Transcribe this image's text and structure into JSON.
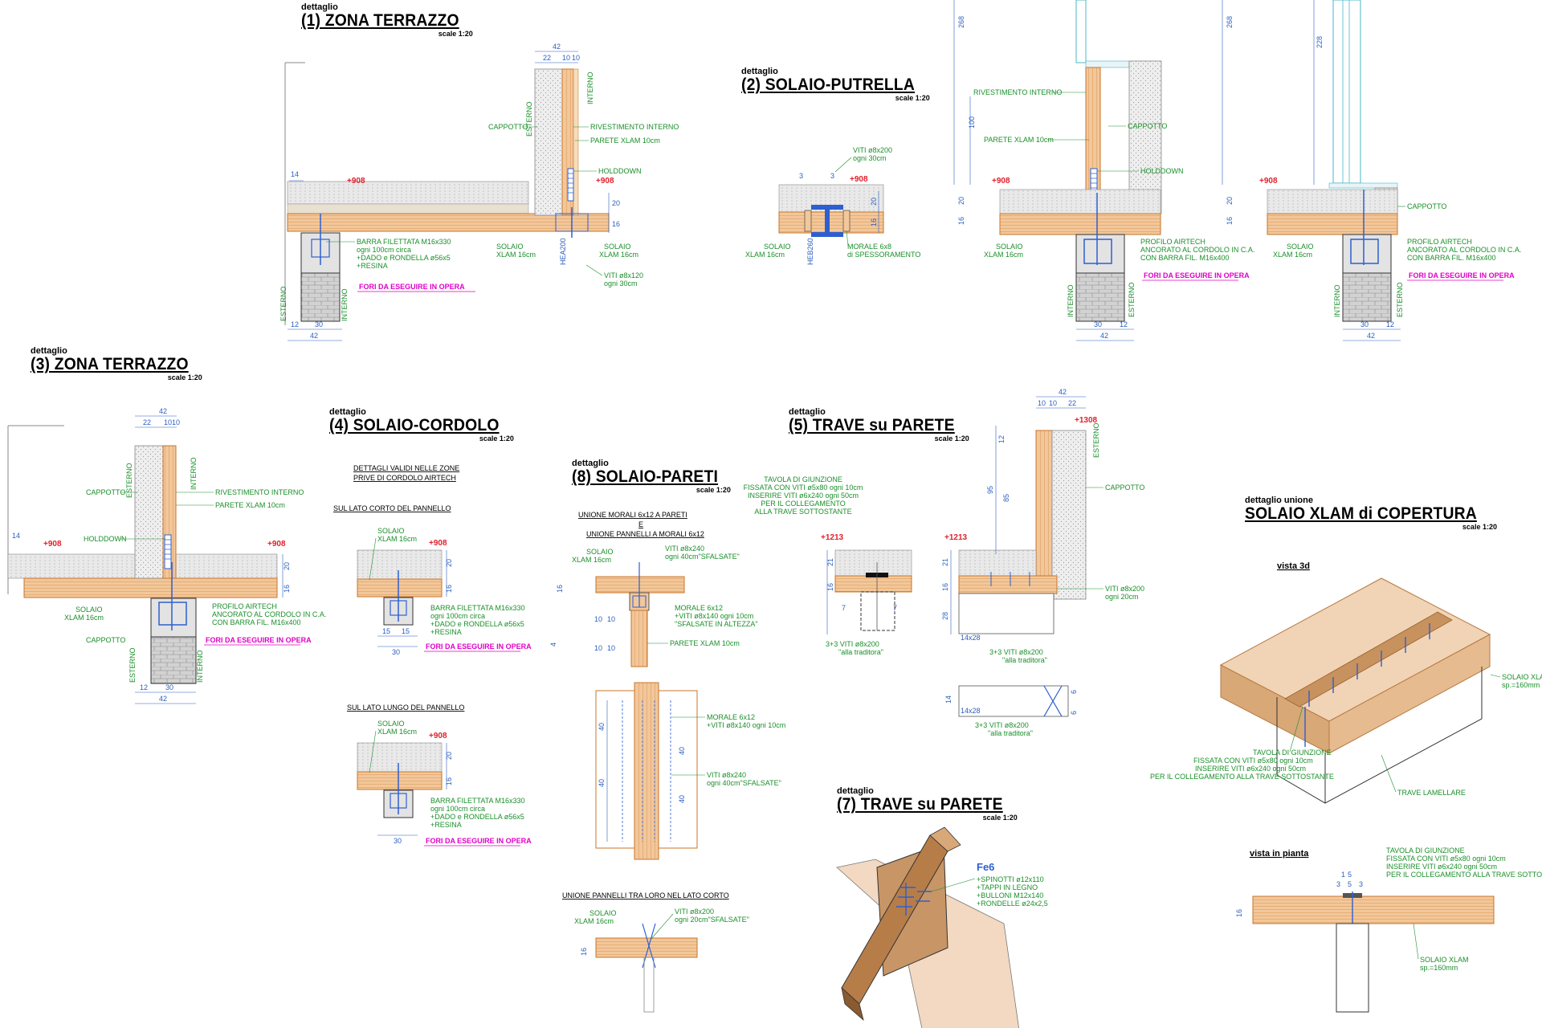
{
  "details": {
    "d1": {
      "pre": "dettaglio",
      "title": "(1) ZONA TERRAZZO",
      "scale": "scale 1:20"
    },
    "d2": {
      "pre": "dettaglio",
      "title": "(2) SOLAIO-PUTRELLA",
      "scale": "scale 1:20"
    },
    "d3": {
      "pre": "dettaglio",
      "title": "(3) ZONA TERRAZZO",
      "scale": "scale 1:20"
    },
    "d4": {
      "pre": "dettaglio",
      "title": "(4) SOLAIO-CORDOLO",
      "scale": "scale 1:20"
    },
    "d8": {
      "pre": "dettaglio",
      "title": "(8) SOLAIO-PARETI",
      "scale": "scale 1:20"
    },
    "d5": {
      "pre": "dettaglio",
      "title": "(5) TRAVE su PARETE",
      "scale": "scale 1:20"
    },
    "d7": {
      "pre": "dettaglio",
      "title": "(7) TRAVE su PARETE",
      "scale": "scale 1:20"
    },
    "du": {
      "pre": "dettaglio unione",
      "title": "SOLAIO XLAM di COPERTURA",
      "scale": "scale 1:20"
    }
  },
  "labels": {
    "esterno": "ESTERNO",
    "interno": "INTERNO",
    "cappotto": "CAPPOTTO",
    "rivestimento": "RIVESTIMENTO INTERNO",
    "parete": "PARETE XLAM 10cm",
    "holddown": "HOLDDOWN",
    "solaio": "SOLAIO",
    "xlam16": "XLAM 16cm",
    "barra1": "BARRA FILETTATA M16x330",
    "barra2": "ogni 100cm circa",
    "barra3": "+DADO e RONDELLA ø56x5",
    "barra4": "+RESINA",
    "fori": "FORI DA ESEGUIRE IN OPERA",
    "hea": "HEA200",
    "heb": "HEB260",
    "viti1": "VITI ø8x120",
    "viti1b": "ogni 30cm",
    "viti2": "VITI ø8x200",
    "viti2b": "ogni 30cm",
    "morale1": "MORALE 6x8",
    "morale2": "di SPESSORAMENTO",
    "airtech1": "PROFILO AIRTECH",
    "airtech2": "ANCORATO AL CORDOLO IN C.A.",
    "airtech3": "CON BARRA FIL. M16x400",
    "validi1": "DETTAGLI VALIDI NELLE ZONE",
    "validi2": "PRIVE DI CORDOLO AIRTECH",
    "cortoP": "SUL LATO CORTO DEL PANNELLO",
    "lungoP": "SUL LATO LUNGO DEL PANNELLO",
    "unione1": "UNIONE MORALI 6x12 A PARETI",
    "unioneE": "E",
    "unione2": "UNIONE PANNELLI A MORALI 6x12",
    "viti240": "VITI ø8x240",
    "viti240b": "ogni 40cm\"SFALSATE\"",
    "morale612": "MORALE 6x12",
    "viti140": "+VITI ø8x140 ogni 10cm",
    "sfalsate": "\"SFALSATE IN ALTEZZA\"",
    "viti140b": "+VITI ø8x140 ogni 10cm",
    "unioneCorto": "UNIONE PANNELLI TRA LORO NEL LATO CORTO",
    "viti200s": "VITI ø8x200",
    "viti200sb": "ogni 20cm\"SFALSATE\"",
    "tav1": "TAVOLA DI GIUNZIONE",
    "tav2": "FISSATA CON VITI ø5x80 ogni 10cm",
    "tav3": "INSERIRE VITI ø6x240 ogni 50cm",
    "tav4": "PER IL COLLEGAMENTO",
    "tav5": "ALLA TRAVE SOTTOSTANTE",
    "tav4b": "PER IL COLLEGAMENTO ALLA TRAVE SOTTOSTANTE",
    "tradi1": "3+3 VITI ø8x200",
    "tradi2": "\"alla traditora\"",
    "viti20": "VITI ø8x200",
    "viti20b": "ogni 20cm",
    "fe6": "Fe6",
    "spin1": "+SPINOTTI ø12x110",
    "spin2": "+TAPPI IN LEGNO",
    "spin3": "+BULLONI M12x140",
    "spin4": "+RONDELLE ø24x2,5",
    "vista3d": "vista 3d",
    "vistaPianta": "vista in pianta",
    "solaioXlam": "SOLAIO XLAM",
    "sp160": "sp.=160mm",
    "traveLam": "TRAVE LAMELLARE",
    "sec14x28": "14x28"
  },
  "levels": {
    "l908": "+908",
    "l1213": "+1213",
    "l1308": "+1308"
  },
  "dims": {
    "d42": "42",
    "d22": "22",
    "d10": "10",
    "d30": "30",
    "d12": "12",
    "d14": "14",
    "d16": "16",
    "d20": "20",
    "d3": "3",
    "d268": "268",
    "d228": "228",
    "d100": "100",
    "d95": "95",
    "d85": "85",
    "d21": "21",
    "d28": "28",
    "d40": "40",
    "d15": "15",
    "d6": "6",
    "d7": "7",
    "d5": "5",
    "d1": "1",
    "d4": "4"
  },
  "colors": {
    "wood": "#f2c79a",
    "woodLine": "#c8752a",
    "cappotto": "#e6e6e6",
    "masonry": "#cfcfcf",
    "steel": "#2d5fd0",
    "concrete": "#dcdcdc",
    "annotation": "#1a8f2a",
    "level": "#e0202a",
    "dimension": "#2b5fc0",
    "warning": "#e000c8",
    "glass": "#49b7c8"
  }
}
